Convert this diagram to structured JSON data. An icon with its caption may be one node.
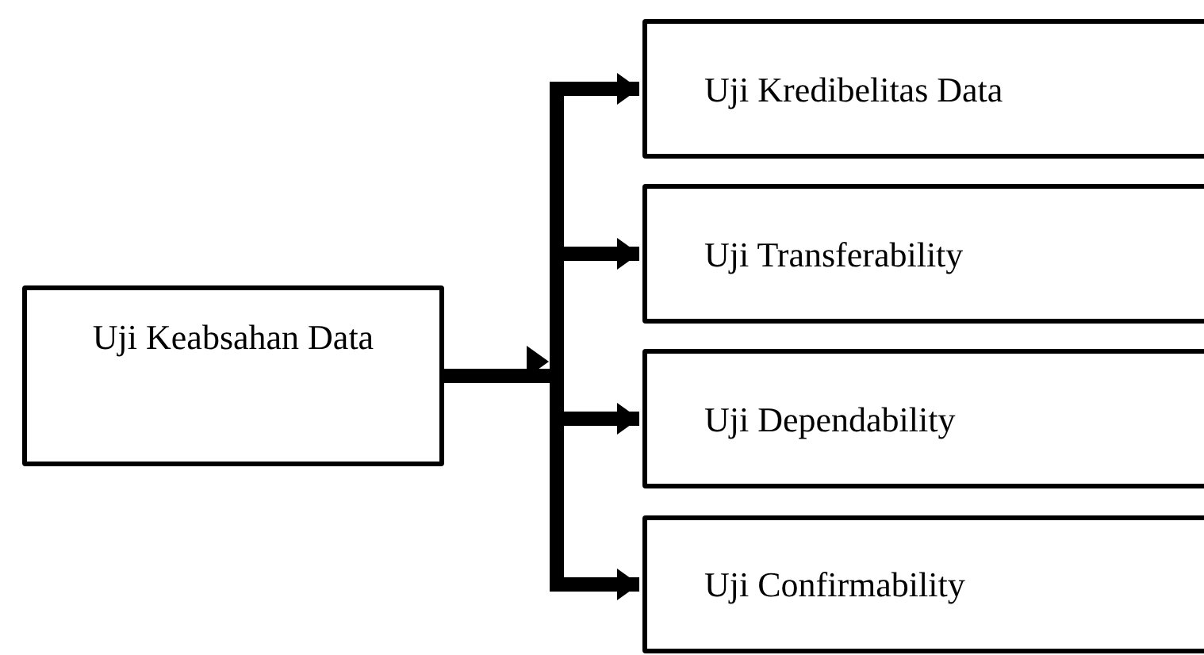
{
  "diagram": {
    "nodes": [
      {
        "text": [
          "Uji Keabsahan Data"
        ]
      },
      {
        "text": [
          "Uji Kredibelitas Data"
        ]
      },
      {
        "text": [
          "Uji Transferability"
        ]
      },
      {
        "text": [
          "Uji Dependability"
        ]
      },
      {
        "text": [
          "Uji Confirmability"
        ]
      }
    ],
    "edges": [
      {
        "from": 0,
        "to": 1,
        "arrow": "to"
      },
      {
        "from": 0,
        "to": 2,
        "arrow": "to"
      },
      {
        "from": 0,
        "to": 3,
        "arrow": "to"
      },
      {
        "from": 0,
        "to": 4,
        "arrow": "to"
      }
    ]
  }
}
